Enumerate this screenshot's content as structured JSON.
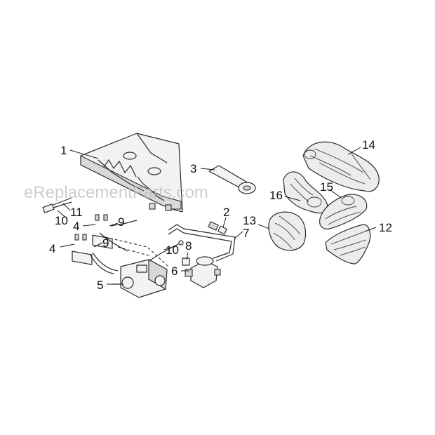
{
  "watermark": "eReplacementParts.com",
  "callouts": {
    "c1": "1",
    "c2": "2",
    "c3": "3",
    "c4a": "4",
    "c4b": "4",
    "c5": "5",
    "c6": "6",
    "c7": "7",
    "c8": "8",
    "c9a": "9",
    "c9b": "9",
    "c10a": "10",
    "c10b": "10",
    "c11": "11",
    "c12": "12",
    "c13": "13",
    "c14": "14",
    "c15": "15",
    "c16": "16"
  }
}
